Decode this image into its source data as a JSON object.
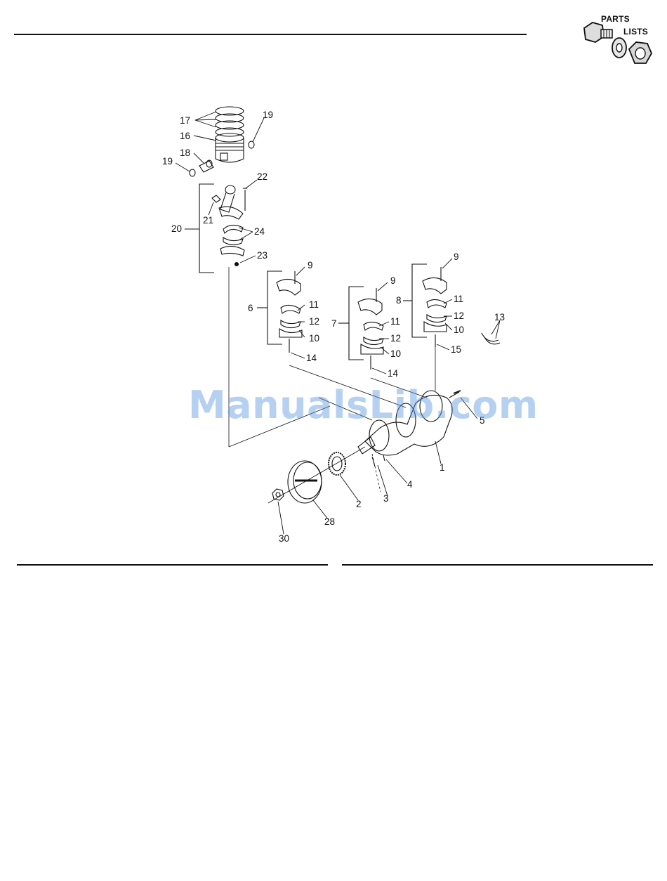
{
  "header": {
    "logo": {
      "line1": "PARTS",
      "line2": "LISTS"
    }
  },
  "watermark": "ManualsLib.com",
  "callouts": [
    "1",
    "2",
    "3",
    "4",
    "5",
    "6",
    "7",
    "8",
    "9",
    "9",
    "9",
    "10",
    "10",
    "10",
    "11",
    "11",
    "11",
    "12",
    "12",
    "12",
    "13",
    "14",
    "14",
    "15",
    "16",
    "17",
    "18",
    "19",
    "19",
    "20",
    "21",
    "22",
    "23",
    "24",
    "28",
    "30"
  ]
}
